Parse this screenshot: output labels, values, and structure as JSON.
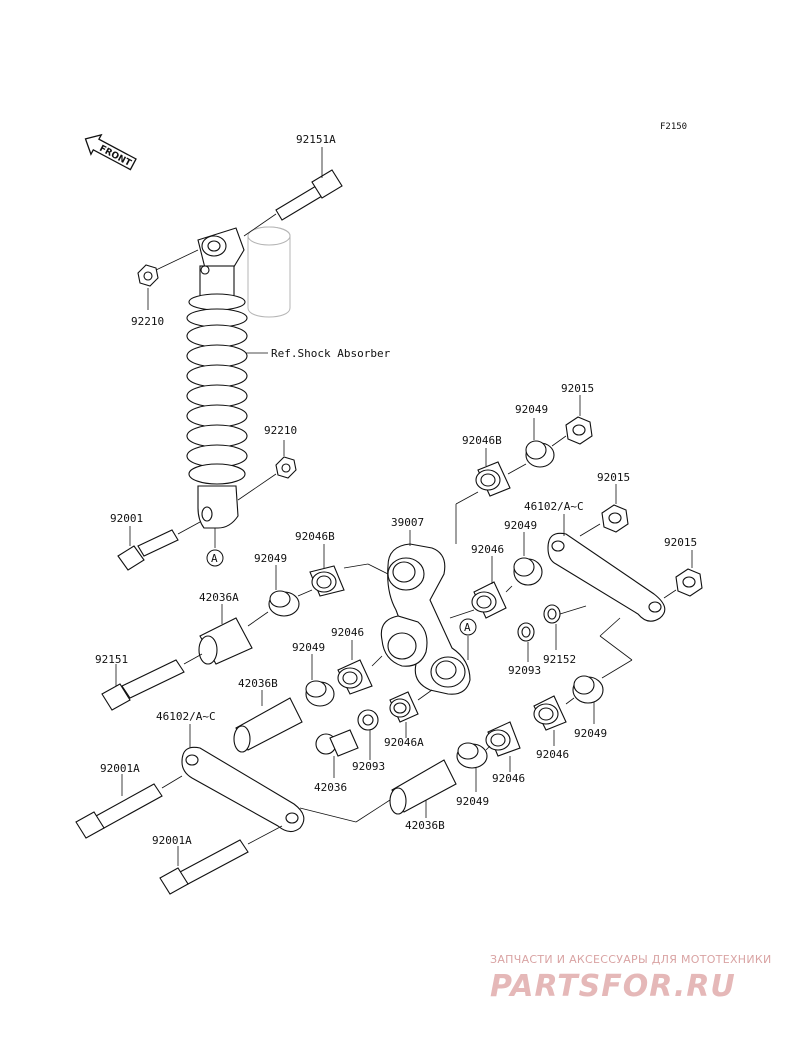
{
  "diagram_code": "F2150",
  "front_label": "FRONT",
  "ref_label": "Ref.Shock Absorber",
  "marker_label": "A",
  "parts": {
    "p92151A": "92151A",
    "p92210_top": "92210",
    "p92210_mid": "92210",
    "p92001": "92001",
    "p92015_top": "92015",
    "p92049_top": "92049",
    "p92046B_top": "92046B",
    "p92015_mid": "92015",
    "p46102_right": "46102/A~C",
    "p39007": "39007",
    "p92049_r1": "92049",
    "p92015_right": "92015",
    "p92046B_left": "92046B",
    "p92049_left": "92049",
    "p92046_c": "92046",
    "p42036A": "42036A",
    "p92046_l": "92046",
    "p92049_l2": "92049",
    "p92093_r": "92093",
    "p92152": "92152",
    "p92151": "92151",
    "p42036B_top": "42036B",
    "p46102_left": "46102/A~C",
    "p92093_c": "92093",
    "p92046A": "92046A",
    "p92049_r2": "92049",
    "p92046_r": "92046",
    "p42036": "42036",
    "p92046_b": "92046",
    "p92049_b": "92049",
    "p92001A_top": "92001A",
    "p42036B_bot": "42036B",
    "p92001A_bot": "92001A"
  },
  "watermark": {
    "line1": "ЗАПЧАСТИ И АКСЕССУАРЫ ДЛЯ МОТОТЕХНИКИ",
    "line2": "PARTSFOR.RU"
  }
}
